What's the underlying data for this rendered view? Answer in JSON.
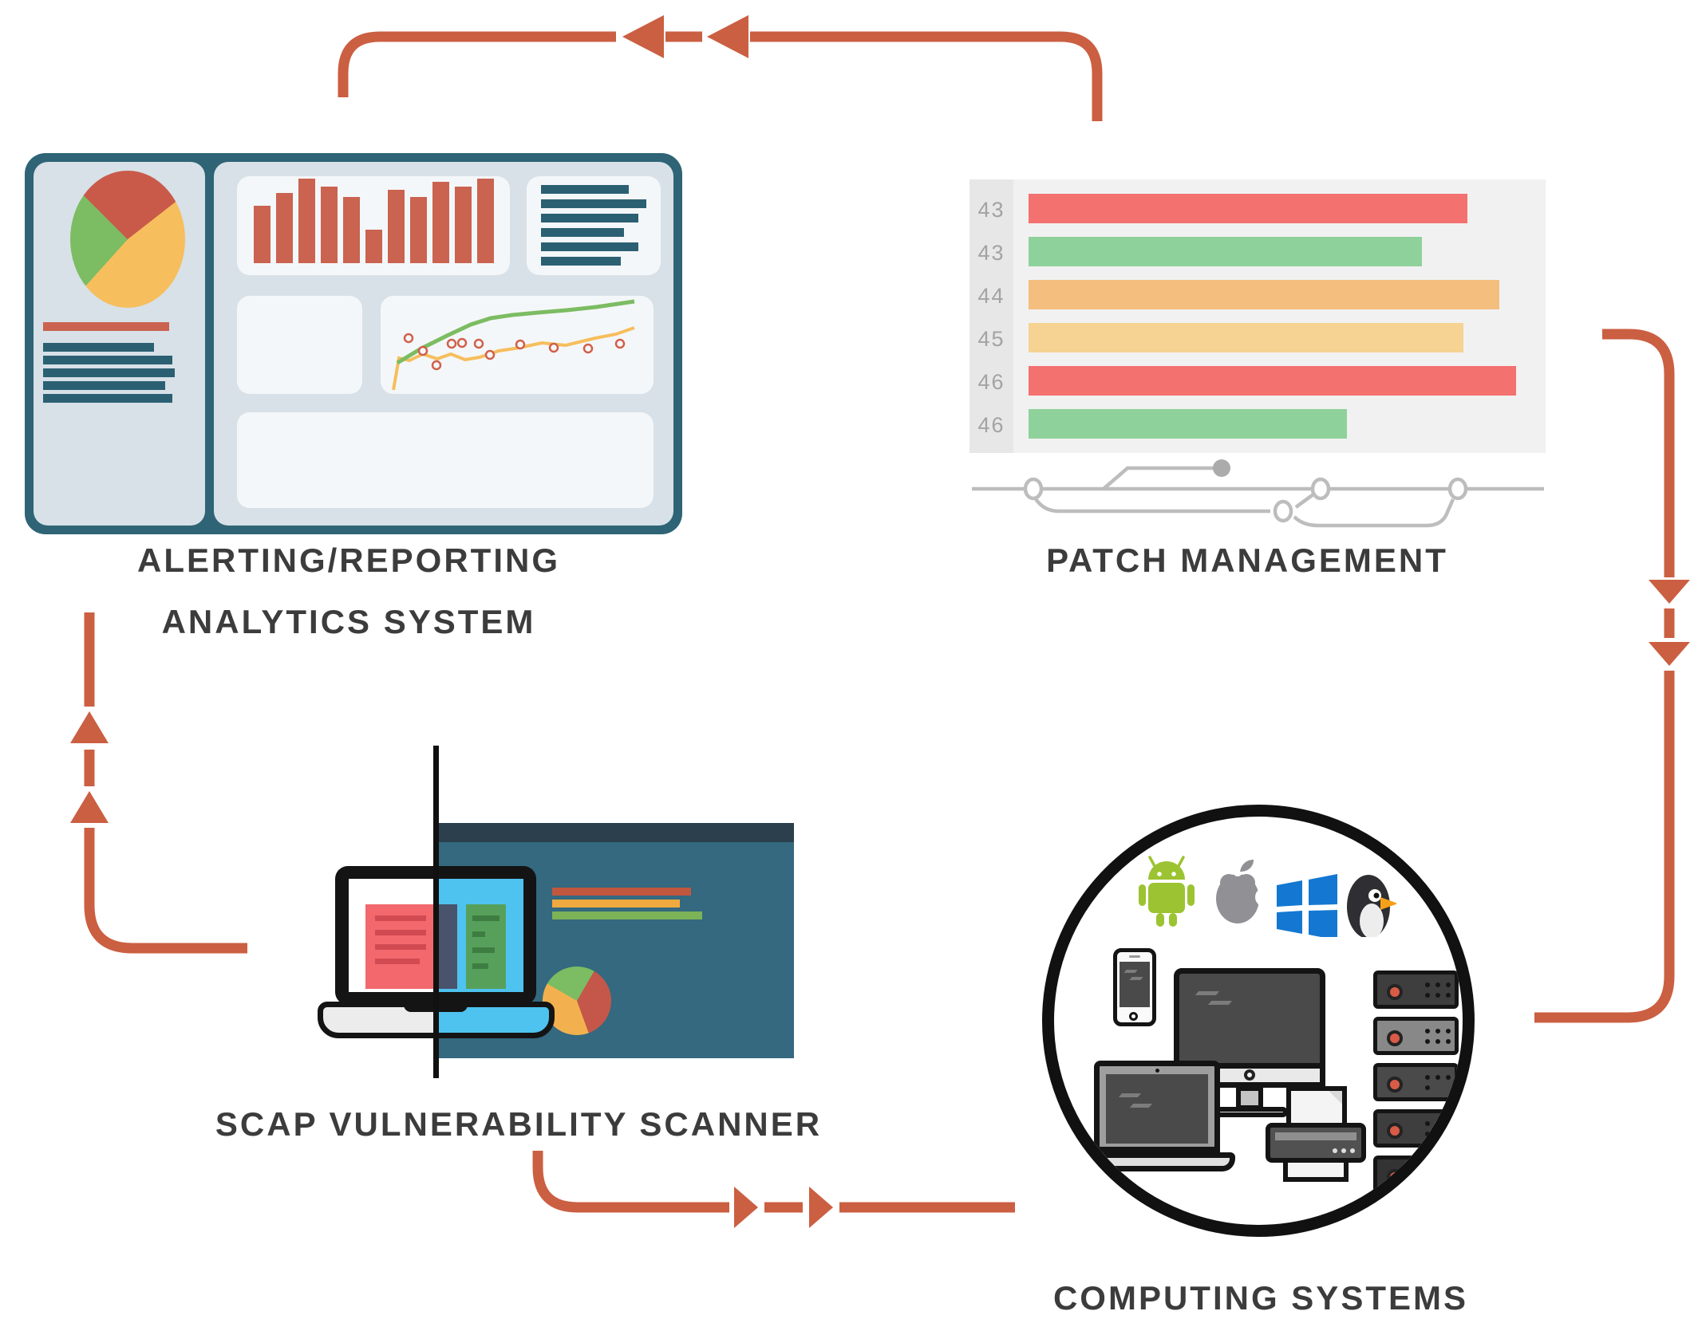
{
  "titles": {
    "alerting_line1": "ALERTING/REPORTING",
    "alerting_line2": "ANALYTICS SYSTEM",
    "patch": "PATCH MANAGEMENT",
    "scap": "SCAP VULNERABILITY SCANNER",
    "computing": "COMPUTING SYSTEMS"
  },
  "colors": {
    "arrow": "#CB5F42",
    "title_text": "#3C3C3C",
    "dashboard_frame": "#2E6475",
    "dashboard_bg": "#D7E1E7",
    "dashboard_card": "#F4F7F9",
    "dashboard_bar": "#CA6350",
    "teal_text_line": "#2B6072",
    "pie_red": "#C95A4A",
    "pie_yellow": "#F6BE5D",
    "pie_green": "#7CBC62",
    "patch_red": "#F3716F",
    "patch_green": "#8FD19A",
    "patch_orange": "#F4BE7E",
    "patch_light_orange": "#F6D392",
    "git_gray": "#BDBDBD",
    "slide_teal": "#34697F",
    "screen_cyan": "#4EC3EF"
  },
  "chart_data": [
    {
      "type": "bar",
      "orientation": "horizontal",
      "title": "PATCH MANAGEMENT",
      "categories": [
        "43",
        "43",
        "44",
        "45",
        "46",
        "46"
      ],
      "values": [
        550,
        493,
        590,
        545,
        611,
        399
      ],
      "value_unit": "bar length (illustrative, no axis shown)",
      "colors": [
        "#F3716F",
        "#8FD19A",
        "#F4BE7E",
        "#F6D392",
        "#F3716F",
        "#8FD19A"
      ],
      "grid": false,
      "legend": false
    },
    {
      "type": "bar",
      "title": "dashboard mini bar chart (decorative)",
      "values": [
        68,
        83,
        100,
        91,
        78,
        40,
        87,
        78,
        96,
        91,
        100
      ]
    },
    {
      "type": "line",
      "title": "dashboard mini line chart (decorative)",
      "series": [
        {
          "name": "green-trend"
        },
        {
          "name": "orange-trend"
        }
      ],
      "markers": "open red circles"
    }
  ],
  "alerting": {
    "bar_values": [
      68,
      83,
      100,
      91,
      78,
      40,
      87,
      78,
      96,
      91,
      100
    ],
    "sidebar_line_widths": [
      139,
      162,
      165,
      153,
      162
    ],
    "note_line_widths": [
      110,
      132,
      122,
      104,
      122,
      100
    ]
  },
  "patch": {
    "rows": [
      {
        "label": "43",
        "len": 550,
        "color": "#F3716F"
      },
      {
        "label": "43",
        "len": 493,
        "color": "#8FD19A"
      },
      {
        "label": "44",
        "len": 590,
        "color": "#F4BE7E"
      },
      {
        "label": "45",
        "len": 545,
        "color": "#F6D392"
      },
      {
        "label": "46",
        "len": 611,
        "color": "#F3716F"
      },
      {
        "label": "46",
        "len": 399,
        "color": "#8FD19A"
      }
    ]
  },
  "computing": {
    "os_icons": [
      "android-logo",
      "apple-logo",
      "windows-logo",
      "linux-tux-logo"
    ],
    "devices": [
      "smartphone",
      "desktop-monitor",
      "laptop",
      "printer",
      "server-rack"
    ]
  }
}
